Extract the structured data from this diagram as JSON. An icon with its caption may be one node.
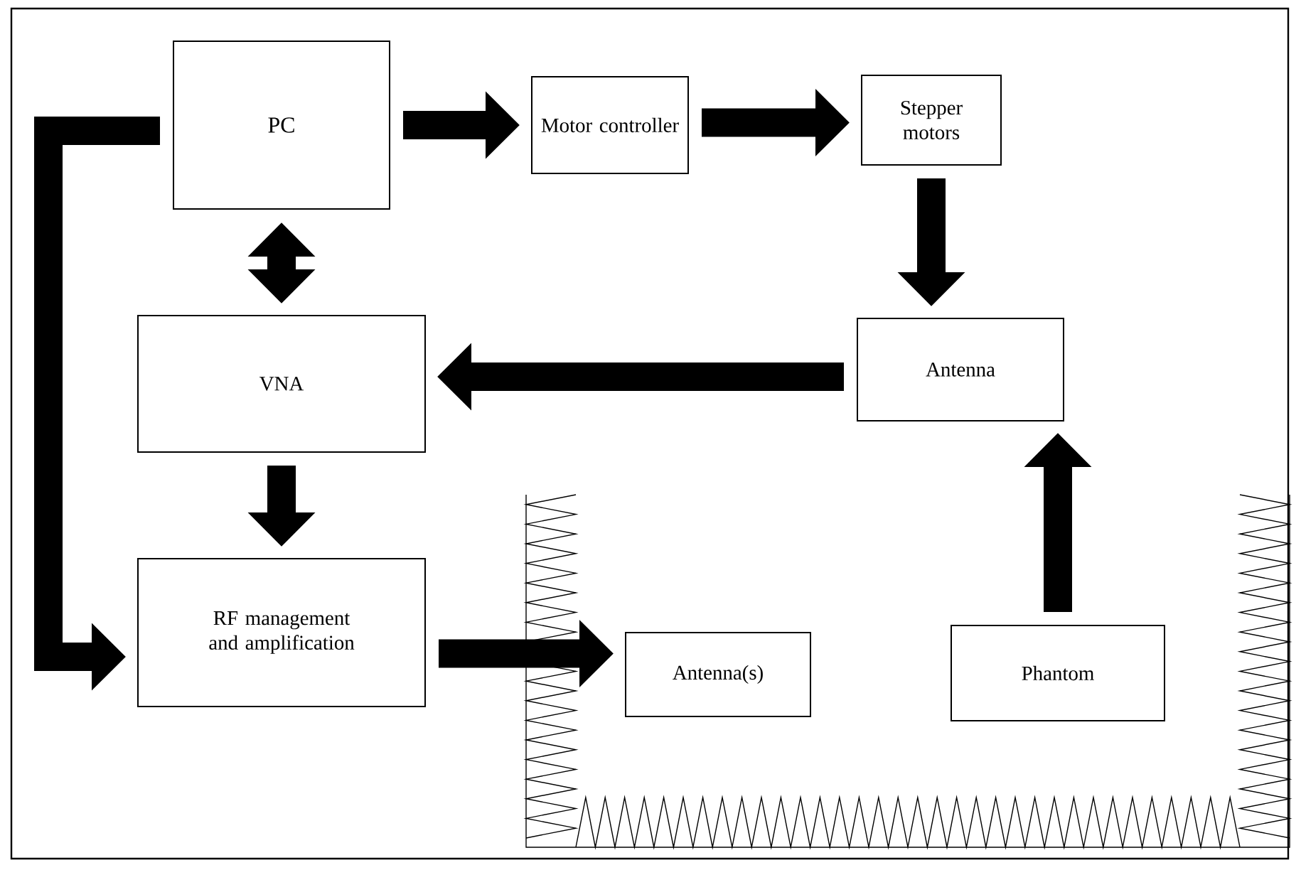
{
  "diagram": {
    "nodes": [
      {
        "text": [
          "PC"
        ]
      },
      {
        "text": [
          "Motor controller"
        ]
      },
      {
        "text": [
          "Stepper motors"
        ]
      },
      {
        "text": [
          "VNA"
        ]
      },
      {
        "text": [
          "Antenna"
        ]
      },
      {
        "text": [
          "RF management and amplification"
        ]
      },
      {
        "text": [
          "Antenna(s)"
        ]
      },
      {
        "text": [
          "Phantom"
        ]
      }
    ],
    "edges": [
      {
        "from": 0,
        "to": 1,
        "arrow": "to"
      },
      {
        "from": 1,
        "to": 2,
        "arrow": "to"
      },
      {
        "from": 2,
        "to": 4,
        "arrow": "to"
      },
      {
        "from": 0,
        "to": 3,
        "arrow": "both"
      },
      {
        "from": 4,
        "to": 3,
        "arrow": "to"
      },
      {
        "from": 3,
        "to": 5,
        "arrow": "to"
      },
      {
        "from": 0,
        "to": 5,
        "arrow": "to"
      },
      {
        "from": 5,
        "to": 6,
        "arrow": "to"
      },
      {
        "from": 7,
        "to": 4,
        "arrow": "to"
      }
    ]
  }
}
